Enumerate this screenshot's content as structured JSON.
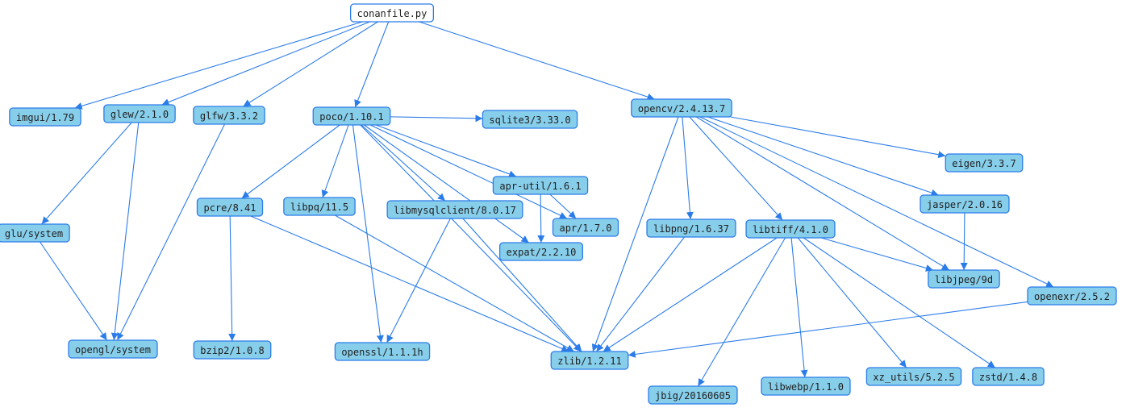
{
  "graph": {
    "root": "conanfile.py",
    "nodes": [
      {
        "id": "conanfile",
        "label": "conanfile.py",
        "root": true
      },
      {
        "id": "imgui",
        "label": "imgui/1.79"
      },
      {
        "id": "glew",
        "label": "glew/2.1.0"
      },
      {
        "id": "glfw",
        "label": "glfw/3.3.2"
      },
      {
        "id": "poco",
        "label": "poco/1.10.1"
      },
      {
        "id": "sqlite3",
        "label": "sqlite3/3.33.0"
      },
      {
        "id": "opencv",
        "label": "opencv/2.4.13.7"
      },
      {
        "id": "glu",
        "label": "glu/system"
      },
      {
        "id": "opengl",
        "label": "opengl/system"
      },
      {
        "id": "pcre",
        "label": "pcre/8.41"
      },
      {
        "id": "bzip2",
        "label": "bzip2/1.0.8"
      },
      {
        "id": "libpq",
        "label": "libpq/11.5"
      },
      {
        "id": "libmysqlclient",
        "label": "libmysqlclient/8.0.17"
      },
      {
        "id": "aprutil",
        "label": "apr-util/1.6.1"
      },
      {
        "id": "apr",
        "label": "apr/1.7.0"
      },
      {
        "id": "expat",
        "label": "expat/2.2.10"
      },
      {
        "id": "openssl",
        "label": "openssl/1.1.1h"
      },
      {
        "id": "zlib",
        "label": "zlib/1.2.11"
      },
      {
        "id": "libpng",
        "label": "libpng/1.6.37"
      },
      {
        "id": "libtiff",
        "label": "libtiff/4.1.0"
      },
      {
        "id": "eigen",
        "label": "eigen/3.3.7"
      },
      {
        "id": "jasper",
        "label": "jasper/2.0.16"
      },
      {
        "id": "libjpeg",
        "label": "libjpeg/9d"
      },
      {
        "id": "openexr",
        "label": "openexr/2.5.2"
      },
      {
        "id": "jbig",
        "label": "jbig/20160605"
      },
      {
        "id": "libwebp",
        "label": "libwebp/1.1.0"
      },
      {
        "id": "xz_utils",
        "label": "xz_utils/5.2.5"
      },
      {
        "id": "zstd",
        "label": "zstd/1.4.8"
      }
    ],
    "edges": [
      [
        "conanfile",
        "imgui"
      ],
      [
        "conanfile",
        "glew"
      ],
      [
        "conanfile",
        "glfw"
      ],
      [
        "conanfile",
        "poco"
      ],
      [
        "conanfile",
        "opencv"
      ],
      [
        "glew",
        "glu"
      ],
      [
        "glew",
        "opengl"
      ],
      [
        "glfw",
        "opengl"
      ],
      [
        "glu",
        "opengl"
      ],
      [
        "poco",
        "sqlite3"
      ],
      [
        "poco",
        "pcre"
      ],
      [
        "poco",
        "libpq"
      ],
      [
        "poco",
        "libmysqlclient"
      ],
      [
        "poco",
        "aprutil"
      ],
      [
        "poco",
        "apr"
      ],
      [
        "poco",
        "expat"
      ],
      [
        "poco",
        "openssl"
      ],
      [
        "poco",
        "zlib"
      ],
      [
        "pcre",
        "bzip2"
      ],
      [
        "pcre",
        "zlib"
      ],
      [
        "libpq",
        "zlib"
      ],
      [
        "libmysqlclient",
        "openssl"
      ],
      [
        "libmysqlclient",
        "zlib"
      ],
      [
        "aprutil",
        "apr"
      ],
      [
        "aprutil",
        "expat"
      ],
      [
        "opencv",
        "zlib"
      ],
      [
        "opencv",
        "libpng"
      ],
      [
        "opencv",
        "libtiff"
      ],
      [
        "opencv",
        "eigen"
      ],
      [
        "opencv",
        "jasper"
      ],
      [
        "opencv",
        "libjpeg"
      ],
      [
        "opencv",
        "openexr"
      ],
      [
        "libpng",
        "zlib"
      ],
      [
        "libtiff",
        "zlib"
      ],
      [
        "libtiff",
        "jbig"
      ],
      [
        "libtiff",
        "libwebp"
      ],
      [
        "libtiff",
        "xz_utils"
      ],
      [
        "libtiff",
        "zstd"
      ],
      [
        "libtiff",
        "libjpeg"
      ],
      [
        "jasper",
        "libjpeg"
      ],
      [
        "openexr",
        "zlib"
      ]
    ]
  },
  "colors": {
    "node_fill": "#87ceeb",
    "node_border": "#2b7ce9",
    "root_fill": "#ffffff",
    "root_border": "#2b7ce9",
    "edge": "#2b7ce9",
    "text": "#1f1f1f"
  }
}
